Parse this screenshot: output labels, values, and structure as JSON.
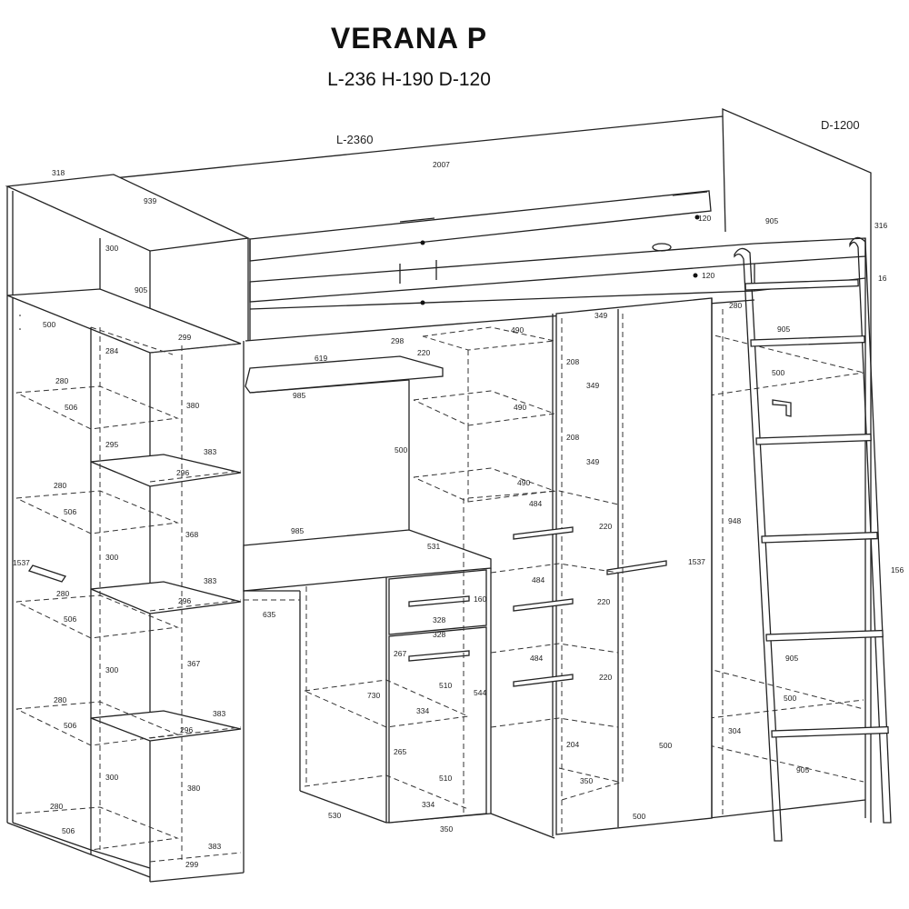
{
  "title": "VERANA P",
  "subtitle": "L-236 H-190 D-120",
  "labels": {
    "length": "L-2360",
    "depth": "D-1200",
    "height": "156"
  },
  "dimensions": {
    "d318": "318",
    "d939": "939",
    "d2007": "2007",
    "d905a": "905",
    "d316": "316",
    "d16": "16",
    "d120a": "120",
    "d120b": "120",
    "d300a": "300",
    "d905b": "905",
    "d500a": "500",
    "d284": "284",
    "d299a": "299",
    "d280a": "280",
    "d506a": "506",
    "d380a": "380",
    "d295": "295",
    "d383a": "383",
    "d296a": "296",
    "d280b": "280",
    "d506b": "506",
    "d368": "368",
    "d300b": "300",
    "d1537a": "1537",
    "d280c": "280",
    "d383b": "383",
    "d296b": "296",
    "d506c": "506",
    "d367": "367",
    "d300c": "300",
    "d280d": "280",
    "d383c": "383",
    "d506d": "506",
    "d296c": "296",
    "d300d": "300",
    "d380b": "380",
    "d280e": "280",
    "d506e": "506",
    "d383d": "383",
    "d299b": "299",
    "d619": "619",
    "d298": "298",
    "d220a": "220",
    "d985a": "985",
    "d500b": "500",
    "d985b": "985",
    "d531": "531",
    "d635": "635",
    "d160": "160",
    "d328a": "328",
    "d328b": "328",
    "d267": "267",
    "d730": "730",
    "d510a": "510",
    "d544": "544",
    "d334a": "334",
    "d265": "265",
    "d510b": "510",
    "d334b": "334",
    "d530": "530",
    "d350a": "350",
    "d490a": "490",
    "d349a": "349",
    "d208a": "208",
    "d349b": "349",
    "d490b": "490",
    "d208b": "208",
    "d349c": "349",
    "d490c": "490",
    "d484a": "484",
    "d220b": "220",
    "d484b": "484",
    "d220c": "220",
    "d484c": "484",
    "d220d": "220",
    "d204": "204",
    "d350b": "350",
    "d500c": "500",
    "d1537b": "1537",
    "d280f": "280",
    "d905c": "905",
    "d500d": "500",
    "d948": "948",
    "d905d": "905",
    "d500e": "500",
    "d304": "304",
    "d500f": "500",
    "d905e": "905"
  }
}
